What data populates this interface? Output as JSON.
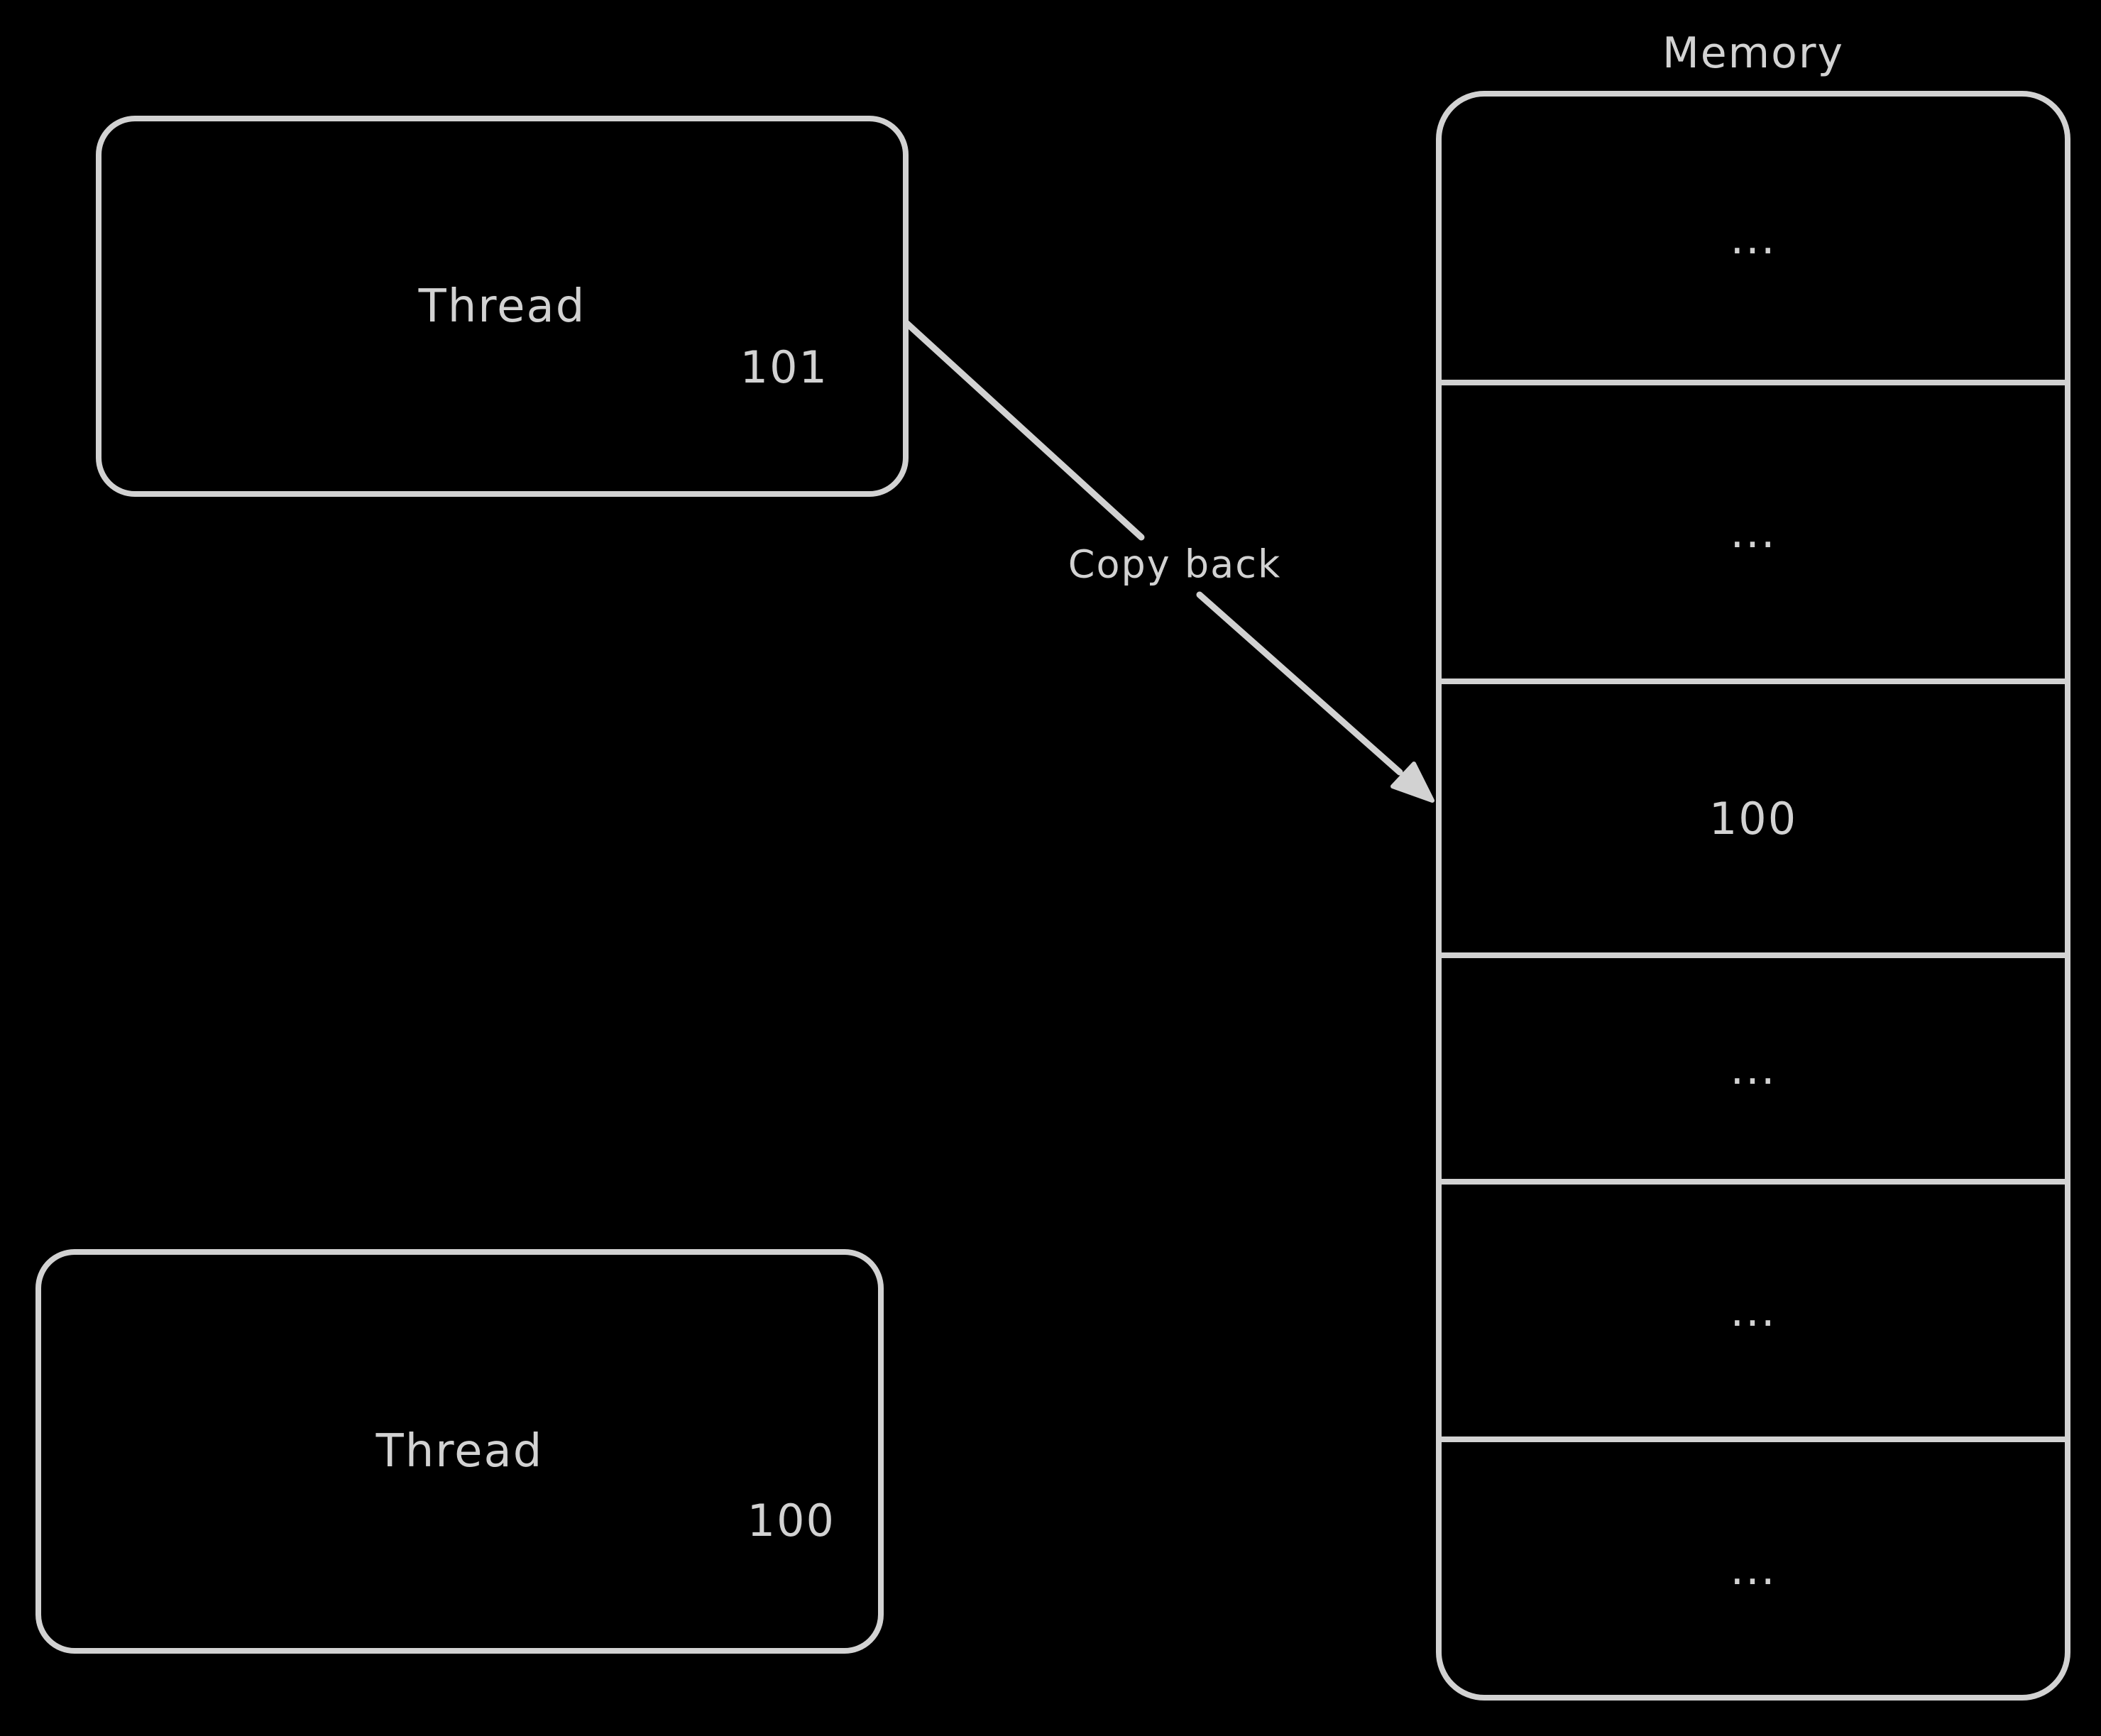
{
  "threads": [
    {
      "label": "Thread",
      "value": "101"
    },
    {
      "label": "Thread",
      "value": "100"
    }
  ],
  "memory": {
    "title": "Memory",
    "cells": [
      "...",
      "...",
      "100",
      "...",
      "...",
      "..."
    ]
  },
  "arrow": {
    "label": "Copy back"
  },
  "colors": {
    "background": "#000000",
    "stroke": "#d2d2d2"
  }
}
